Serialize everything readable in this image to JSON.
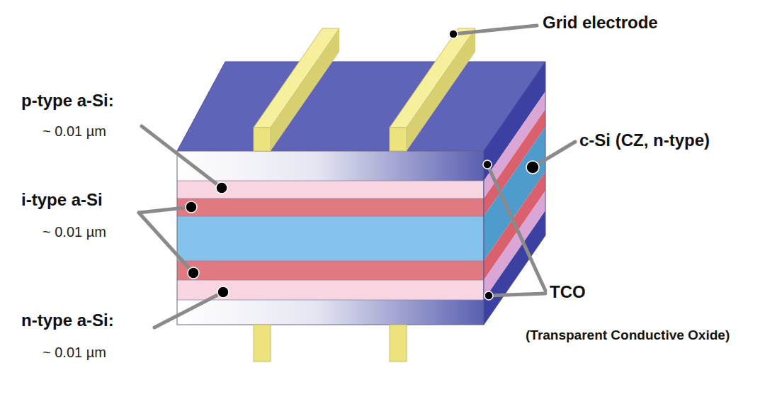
{
  "diagram": {
    "labels": [
      "Grid electrode",
      "p-type a-Si:",
      "~ 0.01 µm",
      "i-type a-Si",
      "~ 0.01 µm",
      "n-type a-Si:",
      "~ 0.01 µm",
      "c-Si (CZ, n-type)",
      "TCO",
      "(Transparent Conductive Oxide)"
    ]
  }
}
